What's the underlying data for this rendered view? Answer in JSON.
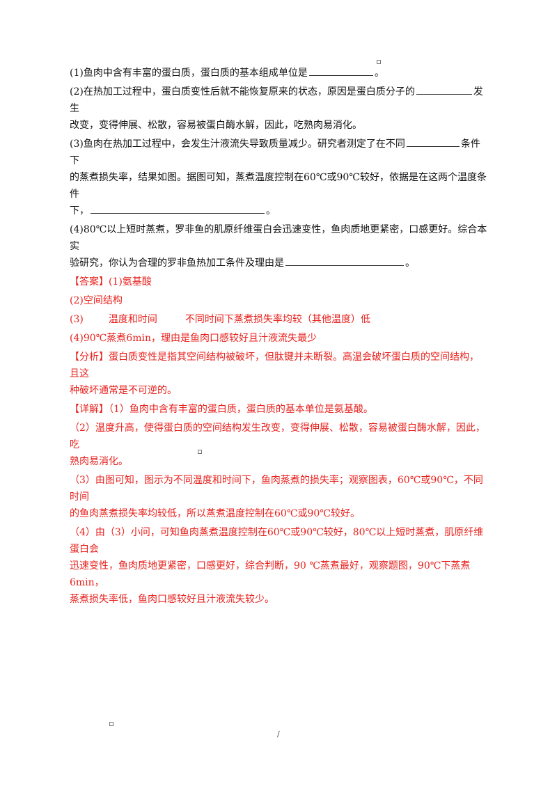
{
  "questions": {
    "q1_a": "(1)鱼肉中含有丰富的蛋白质，蛋白质的基本组成单位是",
    "q1_b": "。",
    "q2_a": "(2)在热加工过程中，蛋白质变性后就不能恢复原来的状态，原因是蛋白质分子的",
    "q2_b": "发生",
    "q2_c": "改变，变得伸展、松散，容易被蛋白酶水解，因此，吃熟肉易消化。",
    "q3_a": "(3)鱼肉在热加工过程中，会发生汁液流失导致质量减少。研究者测定了在不同",
    "q3_b": "条件下",
    "q3_c": "的蒸煮损失率，结果如图。据图可知，蒸煮温度控制在60℃或90℃较好，依据是在这两个温度条件",
    "q3_d": "下，",
    "q3_e": "。",
    "q4_a": "(4)80℃以上短时蒸煮，罗非鱼的肌原纤维蛋白会迅速变性，鱼肉质地更紧密，口感更好。综合本实",
    "q4_b": "验研究，你认为合理的罗非鱼热加工条件及理由是",
    "q4_c": "。"
  },
  "answer": {
    "head": "【答案】",
    "a1": "(1)氨基酸",
    "a2": "(2)空间结构",
    "a3_num": "(3)",
    "a3_x": "温度和时间",
    "a3_y": "不同时间下蒸煮损失率均较（其他温度）低",
    "a4": "(4)90℃蒸煮6min，理由是鱼肉口感较好且汁液流失最少"
  },
  "analysis": {
    "head": "【分析】",
    "l1": "蛋白质变性是指其空间结构被破坏，但肽键并未断裂。高温会破坏蛋白质的空间结构，且这",
    "l2": "种破坏通常是不可逆的。"
  },
  "detail": {
    "head": "【详解】",
    "d1": "（1）鱼肉中含有丰富的蛋白质，蛋白质的基本单位是氨基酸。",
    "d2a": "（2）温度升高，使得蛋白质的空间结构发生改变，变得伸展、松散，容易被蛋白酶水解，因此，吃",
    "d2b": "熟肉易消化。",
    "d3a": "（3）由图可知，图示为不同温度和时间下，鱼肉蒸煮的损失率；观察图表，60℃或90℃，不同时间",
    "d3b": "的鱼肉蒸煮损失率均较低，所以蒸煮温度控制在60℃或90℃较好。",
    "d4a": "（4）由（3）小问，可知鱼肉蒸煮温度控制在60℃或90℃较好，80℃以上短时蒸煮，肌原纤维蛋白会",
    "d4b": "迅速变性，鱼肉质地更紧密，口感更好，综合判断，90 ℃蒸煮最好，观察题图，90℃下蒸煮6min，",
    "d4c": "蒸煮损失率低，鱼肉口感较好且汁液流失较少。"
  },
  "footer": "/"
}
